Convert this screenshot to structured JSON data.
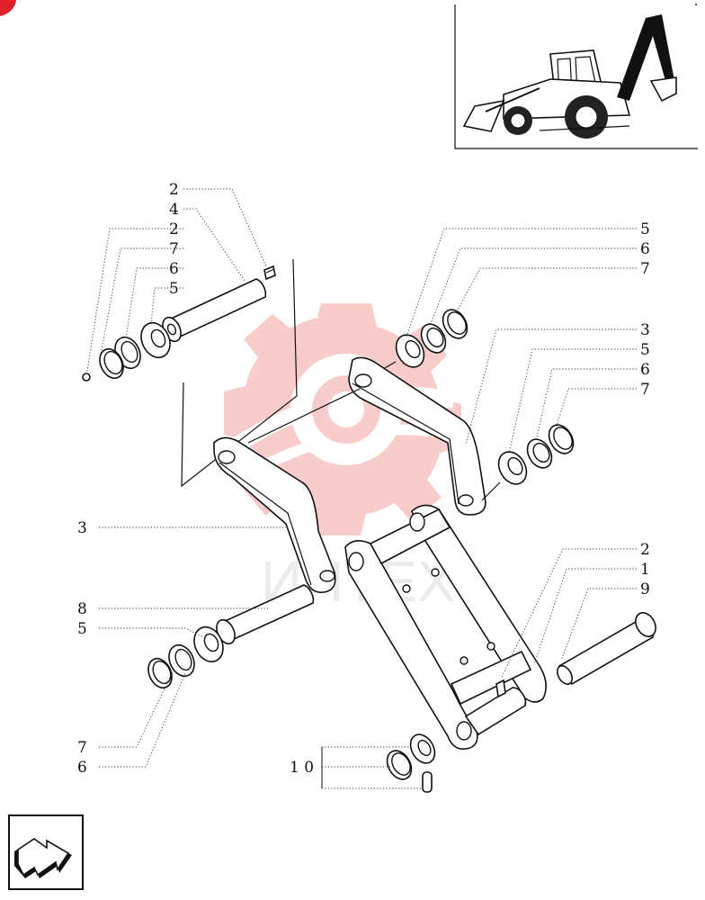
{
  "diagram": {
    "callouts": [
      {
        "label": "2"
      },
      {
        "label": "4"
      },
      {
        "label": "2"
      },
      {
        "label": "7"
      },
      {
        "label": "6"
      },
      {
        "label": "5"
      },
      {
        "label": "5"
      },
      {
        "label": "6"
      },
      {
        "label": "7"
      },
      {
        "label": "3"
      },
      {
        "label": "5"
      },
      {
        "label": "6"
      },
      {
        "label": "7"
      },
      {
        "label": "3"
      },
      {
        "label": "2"
      },
      {
        "label": "1"
      },
      {
        "label": "9"
      },
      {
        "label": "8"
      },
      {
        "label": "5"
      },
      {
        "label": "7"
      },
      {
        "label": "6"
      },
      {
        "label": "1 0"
      }
    ],
    "watermark_text": "ИНТЕХ"
  },
  "colors": {
    "watermark": "#f07070",
    "ink": "#111111",
    "badge": "#e0202a"
  },
  "icons": {
    "thumbnail": "backhoe-loader-icon",
    "nav": "return-arrow-icon"
  }
}
